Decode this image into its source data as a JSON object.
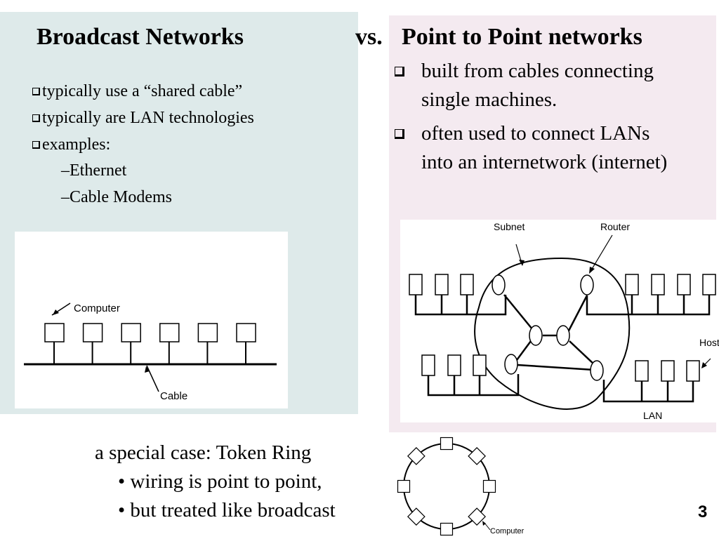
{
  "slide": {
    "page_number": "3",
    "colors": {
      "left_panel_bg": "#deeaea",
      "right_panel_bg": "#f4eaf0",
      "diagram_bg": "#ffffff",
      "ink": "#000000"
    }
  },
  "left": {
    "title": "Broadcast Networks",
    "bullets": [
      "typically use a “shared cable”",
      "typically are LAN technologies",
      "examples:"
    ],
    "sub_bullets": [
      "–Ethernet",
      "–Cable Modems"
    ],
    "diagram": {
      "computer_label": "Computer",
      "cable_label": "Cable",
      "computer_count": 6
    }
  },
  "vs_label": "vs.",
  "right": {
    "title": "Point to Point networks",
    "bullets": [
      {
        "line1": "built from cables connecting",
        "line2": "single machines."
      },
      {
        "line1": "often used to connect LANs",
        "line2": "into an internetwork (internet)"
      }
    ],
    "diagram": {
      "subnet_label": "Subnet",
      "router_label": "Router",
      "host_label": "Host",
      "lan_label": "LAN"
    }
  },
  "token_ring": {
    "heading": "a special case: Token Ring",
    "bullets": [
      "wiring is point to point,",
      "but treated like broadcast"
    ],
    "bullet_glyph": "•",
    "computer_label": "Computer",
    "computer_count": 8
  }
}
